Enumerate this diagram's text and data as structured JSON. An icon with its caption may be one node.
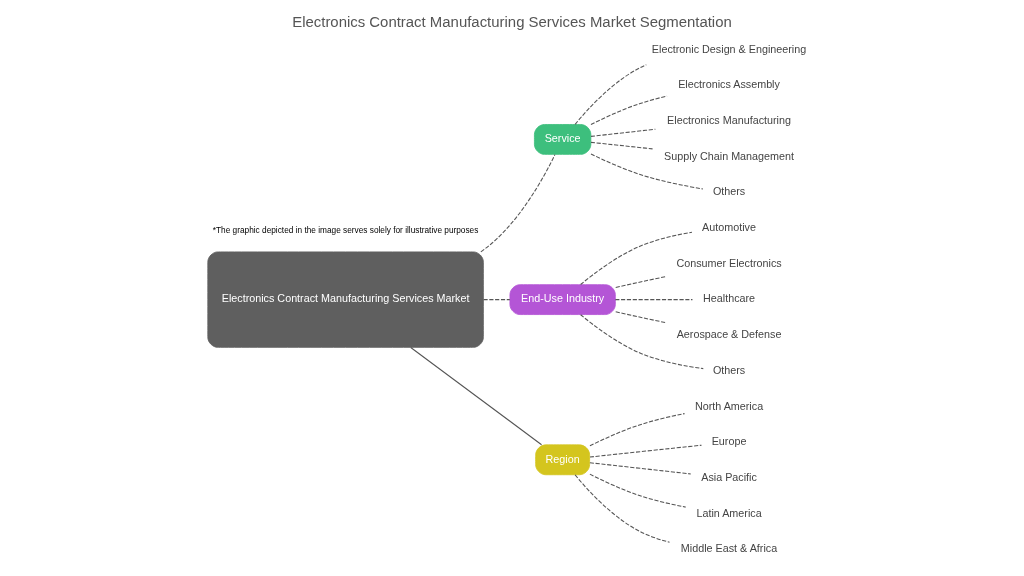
{
  "diagram": {
    "title": "Electronics Contract Manufacturing Services Market Segmentation",
    "nodes": [
      {
        "text": [
          "Electronics Contract Manufacturing Services Market"
        ]
      },
      {
        "text": [
          "Service"
        ]
      },
      {
        "text": [
          "End-Use Industry"
        ]
      },
      {
        "text": [
          "Region"
        ]
      },
      {
        "text": [
          "Electronic Design & Engineering"
        ]
      },
      {
        "text": [
          "Electronics Assembly"
        ]
      },
      {
        "text": [
          "Electronics Manufacturing"
        ]
      },
      {
        "text": [
          "Supply Chain Management"
        ]
      },
      {
        "text": [
          "Others"
        ]
      },
      {
        "text": [
          "Automotive"
        ]
      },
      {
        "text": [
          "Consumer Electronics"
        ]
      },
      {
        "text": [
          "Healthcare"
        ]
      },
      {
        "text": [
          "Aerospace & Defense"
        ]
      },
      {
        "text": [
          "Others"
        ]
      },
      {
        "text": [
          "North America"
        ]
      },
      {
        "text": [
          "Europe"
        ]
      },
      {
        "text": [
          "Asia Pacific"
        ]
      },
      {
        "text": [
          "Latin America"
        ]
      },
      {
        "text": [
          "Middle East & Africa"
        ]
      }
    ],
    "edges": [
      {
        "from": 0,
        "to": 1,
        "arrow": "none",
        "style": "dashed"
      },
      {
        "from": 0,
        "to": 2,
        "arrow": "none",
        "style": "dashed"
      },
      {
        "from": 0,
        "to": 3,
        "arrow": "none"
      },
      {
        "from": 1,
        "to": 4,
        "arrow": "none",
        "style": "dashed"
      },
      {
        "from": 1,
        "to": 5,
        "arrow": "none",
        "style": "dashed"
      },
      {
        "from": 1,
        "to": 6,
        "arrow": "none",
        "style": "dashed"
      },
      {
        "from": 1,
        "to": 7,
        "arrow": "none",
        "style": "dashed"
      },
      {
        "from": 1,
        "to": 8,
        "arrow": "none",
        "style": "dashed"
      },
      {
        "from": 2,
        "to": 9,
        "arrow": "none",
        "style": "dashed"
      },
      {
        "from": 2,
        "to": 10,
        "arrow": "none",
        "style": "dashed"
      },
      {
        "from": 2,
        "to": 11,
        "arrow": "none",
        "style": "dashed"
      },
      {
        "from": 2,
        "to": 12,
        "arrow": "none",
        "style": "dashed"
      },
      {
        "from": 2,
        "to": 13,
        "arrow": "none",
        "style": "dashed"
      },
      {
        "from": 3,
        "to": 14,
        "arrow": "none",
        "style": "dashed"
      },
      {
        "from": 3,
        "to": 15,
        "arrow": "none",
        "style": "dashed"
      },
      {
        "from": 3,
        "to": 16,
        "arrow": "none",
        "style": "dashed"
      },
      {
        "from": 3,
        "to": 17,
        "arrow": "none",
        "style": "dashed"
      },
      {
        "from": 3,
        "to": 18,
        "arrow": "none",
        "style": "dashed"
      }
    ],
    "labels": [
      "*The graphic depicted in the image serves solely for illustrative purposes"
    ]
  }
}
